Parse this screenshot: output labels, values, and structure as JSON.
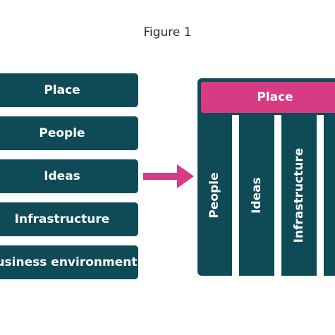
{
  "figure": {
    "title": "Figure 1"
  },
  "left_list": {
    "items": [
      {
        "label": "Place"
      },
      {
        "label": "People"
      },
      {
        "label": "Ideas"
      },
      {
        "label": "Infrastructure"
      },
      {
        "label": "Business environment"
      }
    ]
  },
  "right_structure": {
    "header_label": "Place",
    "pillars": [
      {
        "label": "People"
      },
      {
        "label": "Ideas"
      },
      {
        "label": "Infrastructure"
      }
    ]
  },
  "colors": {
    "bar": "#0f4a57",
    "accent": "#d63b83",
    "title_text": "#2b2b2b"
  },
  "icons": {
    "arrow": "arrow-right-icon"
  }
}
